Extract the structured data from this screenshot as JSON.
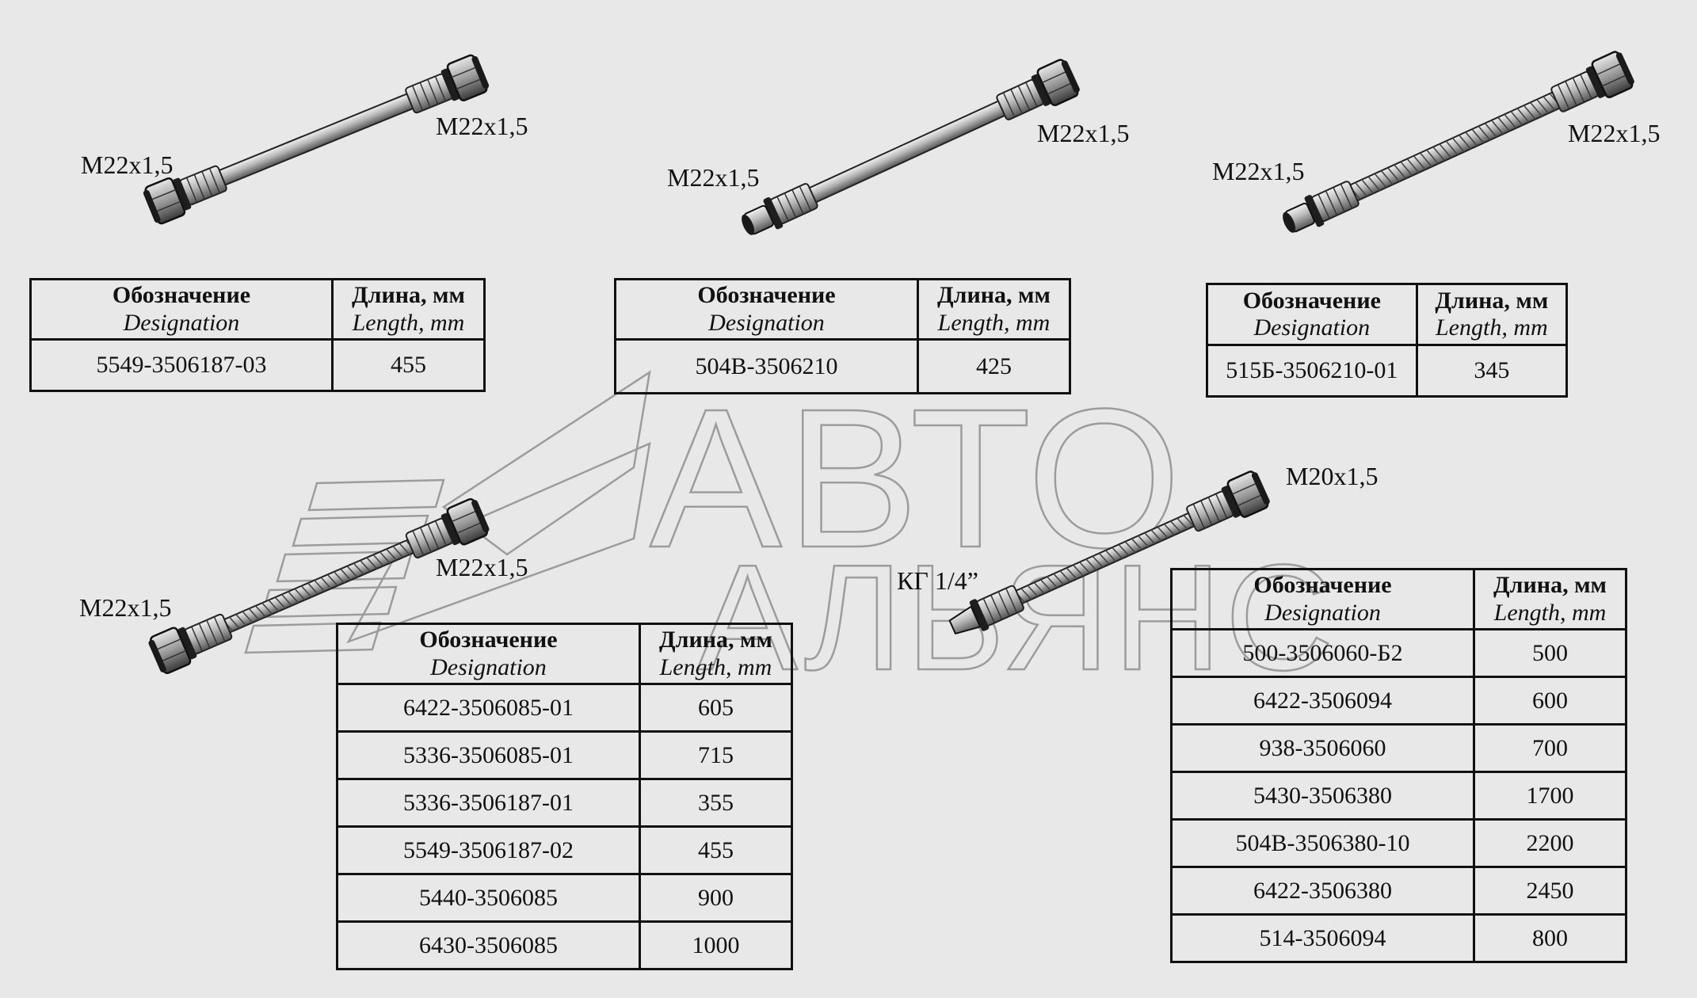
{
  "labels": {
    "h1_left": "M22x1,5",
    "h1_right": "M22x1,5",
    "h2_left": "M22x1,5",
    "h2_right": "M22x1,5",
    "h3_left": "M22x1,5",
    "h3_right": "M22x1,5",
    "h4_left": "M22x1,5",
    "h4_right": "M22x1,5",
    "h5_left": "КГ 1/4”",
    "h5_right": "M20x1,5"
  },
  "header": {
    "designation_ru": "Обозначение",
    "designation_en": "Designation",
    "length_ru": "Длина, мм",
    "length_en": "Length, mm"
  },
  "tables": {
    "t1": [
      {
        "designation": "5549-3506187-03",
        "length": "455"
      }
    ],
    "t2": [
      {
        "designation": "504В-3506210",
        "length": "425"
      }
    ],
    "t3": [
      {
        "designation": "515Б-3506210-01",
        "length": "345"
      }
    ],
    "t4": [
      {
        "designation": "6422-3506085-01",
        "length": "605"
      },
      {
        "designation": "5336-3506085-01",
        "length": "715"
      },
      {
        "designation": "5336-3506187-01",
        "length": "355"
      },
      {
        "designation": "5549-3506187-02",
        "length": "455"
      },
      {
        "designation": "5440-3506085",
        "length": "900"
      },
      {
        "designation": "6430-3506085",
        "length": "1000"
      }
    ],
    "t5": [
      {
        "designation": "500-3506060-Б2",
        "length": "500"
      },
      {
        "designation": "6422-3506094",
        "length": "600"
      },
      {
        "designation": "938-3506060",
        "length": "700"
      },
      {
        "designation": "5430-3506380",
        "length": "1700"
      },
      {
        "designation": "504В-3506380-10",
        "length": "2200"
      },
      {
        "designation": "6422-3506380",
        "length": "2450"
      },
      {
        "designation": "514-3506094",
        "length": "800"
      }
    ]
  },
  "watermark": {
    "line1": "АВТО",
    "line2": "АЛЬЯНС"
  },
  "colors": {
    "background": "#e8e8e8",
    "line": "#111111",
    "metal": "#9a9a9a"
  }
}
